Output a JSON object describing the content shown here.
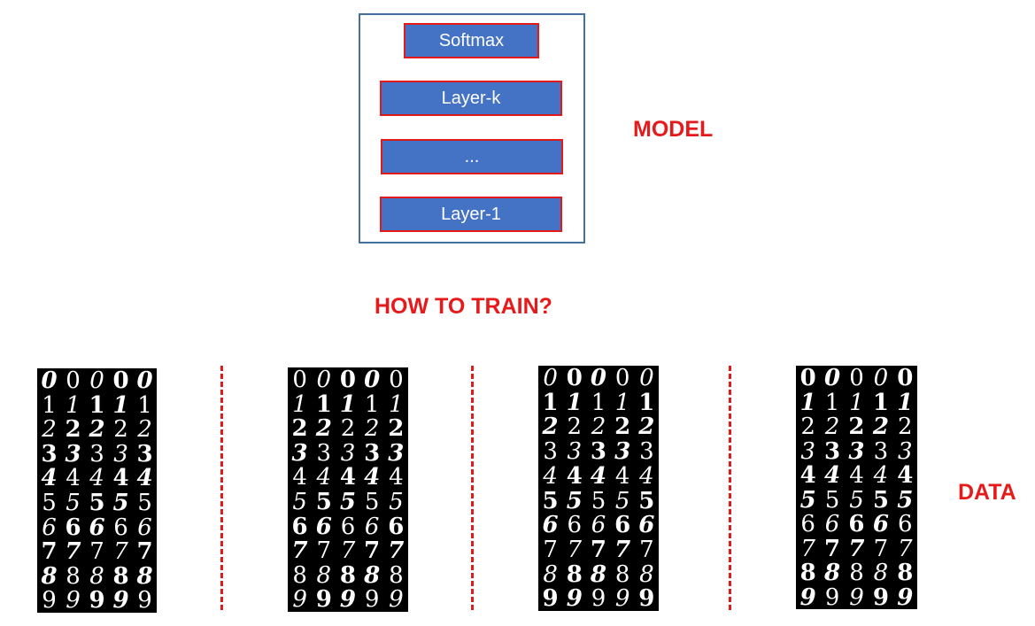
{
  "model": {
    "layers": [
      "Softmax",
      "Layer-k",
      "...",
      "Layer-1"
    ],
    "label": "MODEL"
  },
  "question": "HOW TO TRAIN?",
  "data_label": "DATA",
  "digit_rows": [
    "00000",
    "11111",
    "22222",
    "33333",
    "44444",
    "55555",
    "66666",
    "77777",
    "88888",
    "99999"
  ],
  "colors": {
    "layer_fill": "#4472C4",
    "layer_border": "#E31A1C",
    "label": "#E61A1A",
    "box_border": "#41719C"
  }
}
